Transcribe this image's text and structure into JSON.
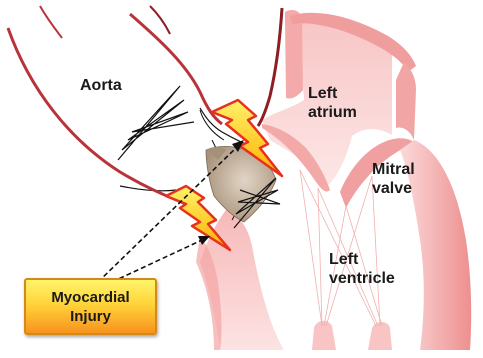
{
  "labels": {
    "aorta": "Aorta",
    "left_atrium_line1": "Left",
    "left_atrium_line2": "atrium",
    "mitral_line1": "Mitral",
    "mitral_line2": "valve",
    "left_ventricle_line1": "Left",
    "left_ventricle_line2": "ventricle"
  },
  "callout": {
    "line1": "Myocardial",
    "line2": "Injury"
  },
  "colors": {
    "tissue": "#f3a7a7",
    "tissue_light": "#fbd7d7",
    "aorta_wall": "#b8343a",
    "aorta_wall_dark": "#8c1e24",
    "bolt_fill": "#ffd21f",
    "bolt_edge": "#e8301e",
    "valve_prosthesis": "#cdbca8",
    "callout_top": "#fff46a",
    "callout_bottom": "#f7931e"
  }
}
